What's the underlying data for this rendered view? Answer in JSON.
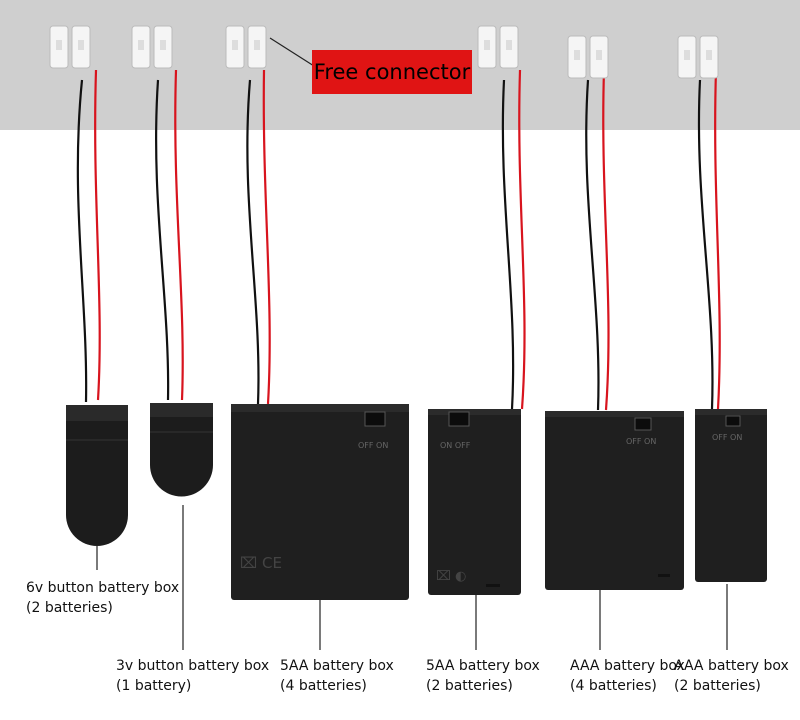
{
  "callout": {
    "text": "Free connector",
    "color": "#e01414"
  },
  "products": [
    {
      "name": "6v button battery box",
      "qty": "(2 batteries)"
    },
    {
      "name": "3v button battery box",
      "qty": "(1 battery)"
    },
    {
      "name": "5AA battery box",
      "qty": "(4 batteries)"
    },
    {
      "name": "5AA battery box",
      "qty": "(2 batteries)"
    },
    {
      "name": "AAA battery box",
      "qty": "(4 batteries)"
    },
    {
      "name": "AAA battery box",
      "qty": "(2 batteries)"
    }
  ],
  "switch_markings": [
    "OFF ON",
    "ON OFF",
    "OFF ON",
    "OFF ON"
  ],
  "wire_colors": {
    "positive": "#d8141e",
    "negative": "#111111"
  }
}
